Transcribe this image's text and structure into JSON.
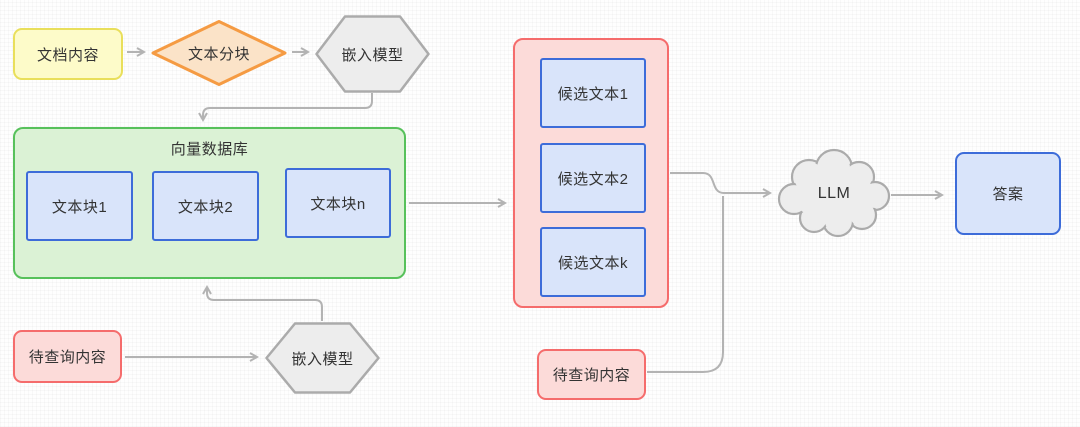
{
  "colors": {
    "yellow_fill": "#FDFBC9",
    "yellow_border": "#E9DF5B",
    "orange_fill": "#FBE3C8",
    "orange_border": "#F59B43",
    "gray_fill": "#EDEDED",
    "gray_border": "#ABABAB",
    "green_fill": "#DBF2D5",
    "green_border": "#57C15B",
    "blue_fill": "#D9E4FA",
    "blue_border": "#3D6CD9",
    "pink_fill": "#FCDBD9",
    "pink_border": "#F56C6C",
    "arrow": "#B3B3B3",
    "text": "#333333",
    "background": "#FEFEFE"
  },
  "nodes": {
    "doc_content": {
      "label": "文档内容",
      "shape": "rounded-rect"
    },
    "text_split": {
      "label": "文本分块",
      "shape": "diamond"
    },
    "embed_top": {
      "label": "嵌入模型",
      "shape": "hexagon"
    },
    "vector_db": {
      "label": "向量数据库",
      "shape": "container"
    },
    "chunk_1": {
      "label": "文本块1",
      "shape": "rect"
    },
    "chunk_2": {
      "label": "文本块2",
      "shape": "rect"
    },
    "chunk_n": {
      "label": "文本块n",
      "shape": "rect"
    },
    "query_left": {
      "label": "待查询内容",
      "shape": "rounded-rect"
    },
    "embed_bottom": {
      "label": "嵌入模型",
      "shape": "hexagon"
    },
    "candidate_1": {
      "label": "候选文本1",
      "shape": "rect"
    },
    "candidate_2": {
      "label": "候选文本2",
      "shape": "rect"
    },
    "candidate_k": {
      "label": "候选文本k",
      "shape": "rect"
    },
    "query_bottom": {
      "label": "待查询内容",
      "shape": "rounded-rect"
    },
    "llm": {
      "label": "LLM",
      "shape": "cloud"
    },
    "answer": {
      "label": "答案",
      "shape": "rounded-rect"
    }
  }
}
